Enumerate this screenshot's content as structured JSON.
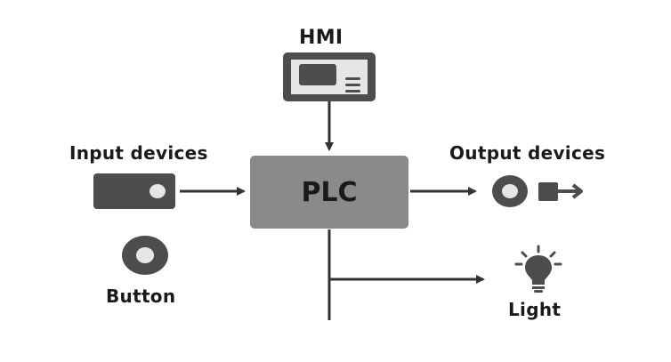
{
  "diagram": {
    "nodes": {
      "hmi": {
        "label": "HMI"
      },
      "plc": {
        "label": "PLC"
      },
      "input": {
        "label": "Input devices"
      },
      "output": {
        "label": "Output devices"
      },
      "button": {
        "label": "Button"
      },
      "light": {
        "label": "Light"
      }
    },
    "edges": [
      {
        "from": "HMI",
        "to": "PLC"
      },
      {
        "from": "Input devices",
        "to": "PLC"
      },
      {
        "from": "PLC",
        "to": "Output devices"
      },
      {
        "from": "PLC",
        "to": "Light"
      }
    ],
    "colors": {
      "dark": "#4d4d4f",
      "plc_fill": "#8a8a8a",
      "light_fill": "#e6e6e6",
      "line": "#333333",
      "text": "#1a1a1a"
    }
  }
}
